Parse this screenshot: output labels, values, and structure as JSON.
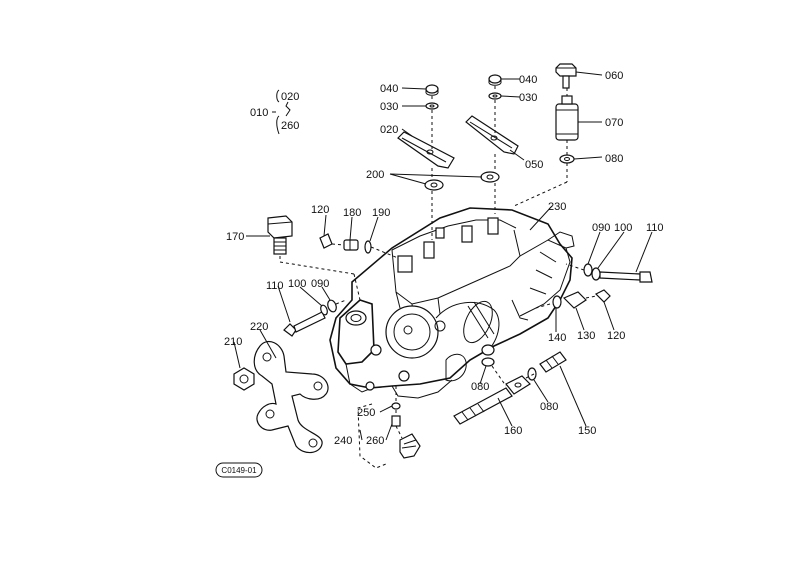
{
  "labels": {
    "p010": "010",
    "p020_group_top": "020",
    "p260_group_bottom": "260",
    "p040_left": "040",
    "p030_left": "030",
    "p020": "020",
    "p040_right": "040",
    "p030_right": "030",
    "p050": "050",
    "p060": "060",
    "p070": "070",
    "p080_top": "080",
    "p200": "200",
    "p120_top": "120",
    "p180": "180",
    "p190": "190",
    "p170": "170",
    "p230": "230",
    "p090_right": "090",
    "p100_right": "100",
    "p110_right": "110",
    "p110_left": "110",
    "p100_left": "100",
    "p090_left": "090",
    "p220": "220",
    "p210": "210",
    "p140": "140",
    "p130": "130",
    "p120_right": "120",
    "p080_mid": "080",
    "p080_low": "080",
    "p250": "250",
    "p240": "240",
    "p260": "260",
    "p160": "160",
    "p150": "150"
  },
  "reference_code": "C0149-01"
}
